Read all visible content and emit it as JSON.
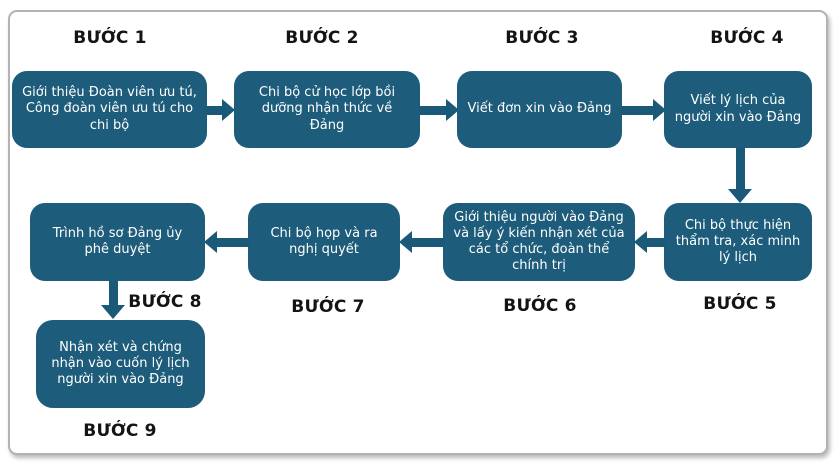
{
  "diagram": {
    "steps": [
      {
        "label": "BƯỚC 1",
        "text": "Giới thiệu Đoàn viên ưu tú, Công đoàn viên ưu tú cho chi bộ"
      },
      {
        "label": "BƯỚC 2",
        "text": "Chi bộ cử học lớp bồi dưỡng nhận thức về Đảng"
      },
      {
        "label": "BƯỚC 3",
        "text": "Viết đơn xin vào Đảng"
      },
      {
        "label": "BƯỚC 4",
        "text": "Viết lý lịch của người xin vào Đảng"
      },
      {
        "label": "BƯỚC 5",
        "text": "Chi bộ thực hiện thẩm tra, xác minh lý lịch"
      },
      {
        "label": "BƯỚC 6",
        "text": "Giới thiệu người vào Đảng và lấy ý kiến nhận xét của các tổ chức, đoàn thể chính trị"
      },
      {
        "label": "BƯỚC 7",
        "text": "Chi bộ họp và ra nghị quyết"
      },
      {
        "label": "BƯỚC 8",
        "text": "Trình hồ sơ Đảng ủy phê duyệt"
      },
      {
        "label": "BƯỚC 9",
        "text": "Nhận xét và chứng nhận vào cuốn lý lịch người xin vào Đảng"
      }
    ]
  },
  "colors": {
    "node_fill": "#1d5c7a",
    "arrow": "#1a5977",
    "node_text": "#ffffff",
    "label_text": "#141414",
    "frame_border": "#b3b3b3",
    "background": "#ffffff"
  }
}
